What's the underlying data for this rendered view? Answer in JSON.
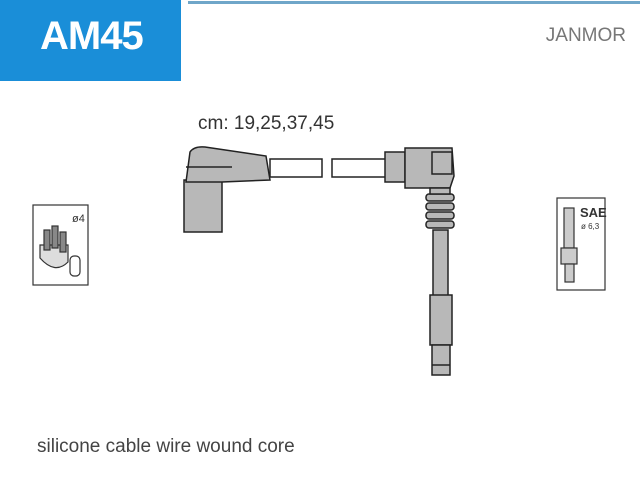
{
  "product": {
    "code": "AM45",
    "brand": "JANMOR",
    "lengths_label": "cm: 19,25,37,45",
    "description": "silicone cable wire wound core"
  },
  "distributor_icon": {
    "label": "ø4"
  },
  "spark_plug_icon": {
    "label_top": "SAE",
    "label_bottom": "ø 6,3"
  },
  "colors": {
    "brand_blue": "#1a8ed8",
    "part_gray": "#b8b8b8"
  }
}
